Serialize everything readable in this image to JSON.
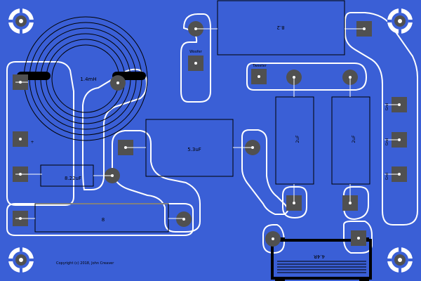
{
  "colors": {
    "board": "#3a5fd6",
    "trace_outline": "#ffffff",
    "pad": "#505050",
    "pad_dot": "#ffffff",
    "component_outline": "#000000"
  },
  "components": {
    "inductor_main": "1.4mH",
    "resistor_top": "8.2",
    "cap_center": "5.3uF",
    "cap_left": "8.22uF",
    "resistor_bottom": "8",
    "cap_right_a": "2uF",
    "cap_right_b": "2uF",
    "resistor_lower_right": "4.4R"
  },
  "labels": {
    "woofer": "Woofer",
    "tweeter": "Tweeter",
    "gnd_1": "Gnd",
    "gnd_2": "Gnd",
    "gnd_3": "Gnd",
    "left_plus": "+",
    "copyright": "Copyright (c) 2018, John Creaver"
  }
}
